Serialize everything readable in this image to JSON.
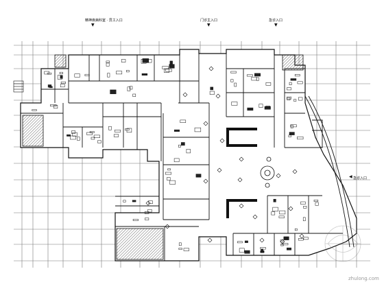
{
  "labels": {
    "top_left_entry": "精神疾病科室 · 员工入口",
    "top_center_entry": "门诊主入口",
    "top_right_entry": "急诊入口",
    "right_entry": "急诊入口"
  },
  "watermark": "zhulong.com",
  "colors": {
    "line": "#1a1a1a",
    "grid": "#7a7a7a",
    "hatch": "#555555",
    "background": "#ffffff"
  }
}
